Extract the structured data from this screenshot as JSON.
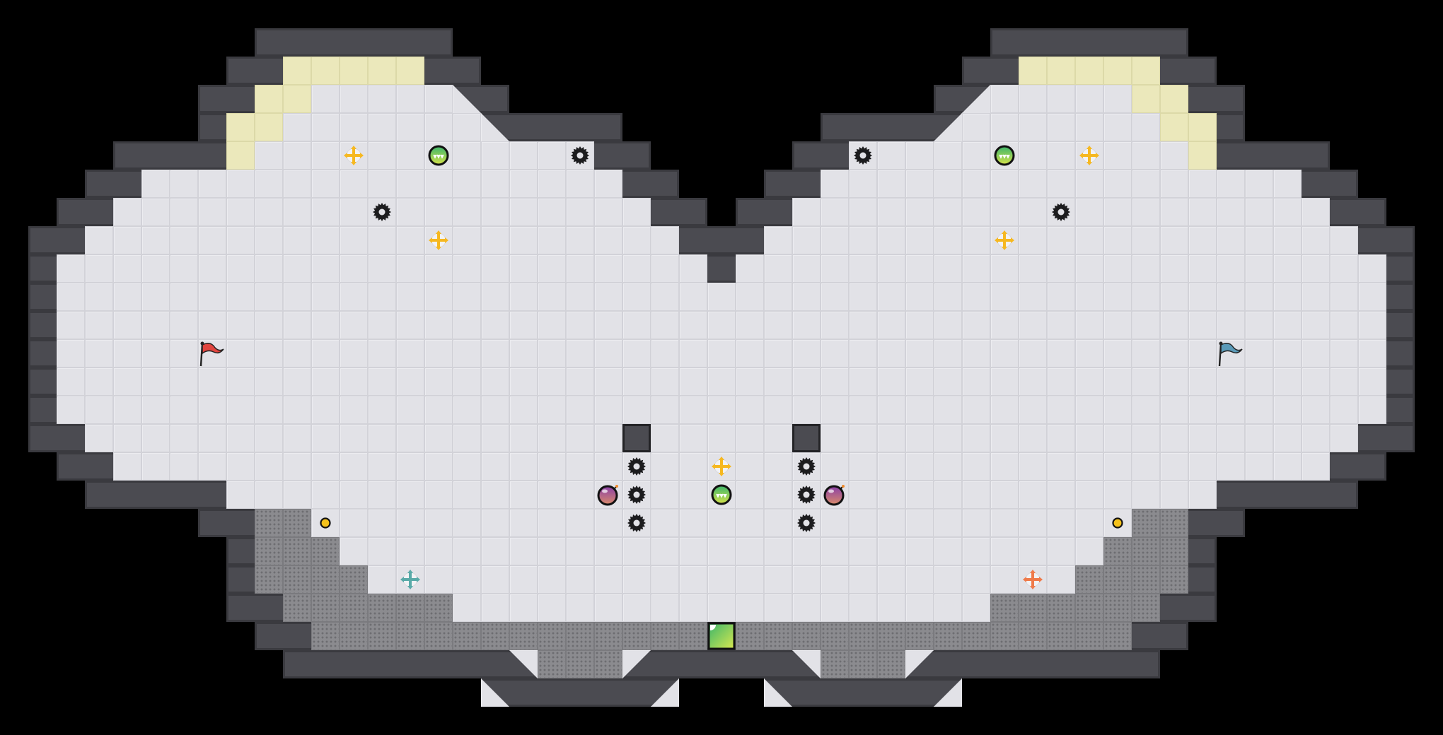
{
  "game": {
    "board_columns": 51,
    "board_rows": 26,
    "colors": {
      "background": "#000000",
      "wall": "#4b4b51",
      "floor": "#e2e2e7",
      "start_zone": "#ebe8bb",
      "grate": "#8b8b8f",
      "red_team": "#e0453f",
      "blue_team": "#5a9ab8",
      "powerup_cross": "#f6b820",
      "teal_cross": "#5aaaa8",
      "orange_cross": "#ef7a4a"
    },
    "entities": {
      "sawblades": 10,
      "move_crosses": 5,
      "speed_orbs": 3,
      "bombs": 2,
      "flags": 2,
      "coins": 2,
      "exit_blocks": 1
    }
  }
}
